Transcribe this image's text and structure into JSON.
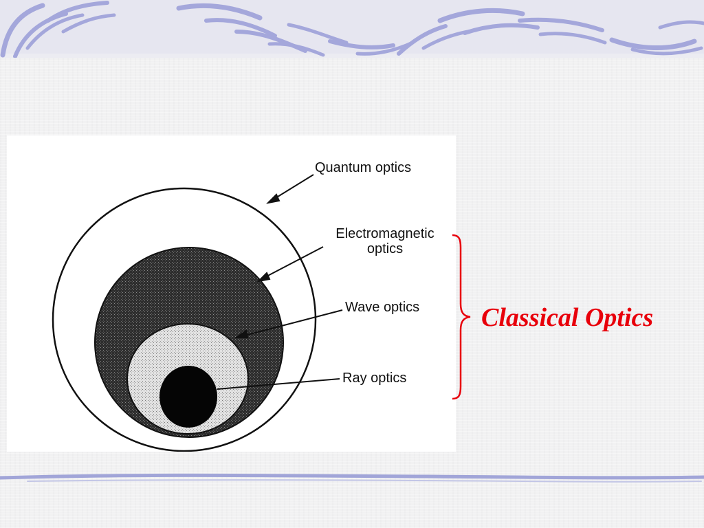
{
  "diagram": {
    "labels": {
      "quantum": "Quantum optics",
      "electromagnetic": "Electromagnetic optics",
      "wave": "Wave optics",
      "ray": "Ray optics"
    },
    "group_label": "Classical Optics"
  },
  "colors": {
    "group_label": "#e8000b",
    "brace": "#e8000b",
    "banner_strokes": "#9da0d8",
    "banner_background": "#e4e4ee",
    "bottom_rule": "#9fa3d6",
    "em_fill": "#3a3a3a",
    "wave_fill": "#d6d6d6",
    "ray_fill": "#000000"
  }
}
